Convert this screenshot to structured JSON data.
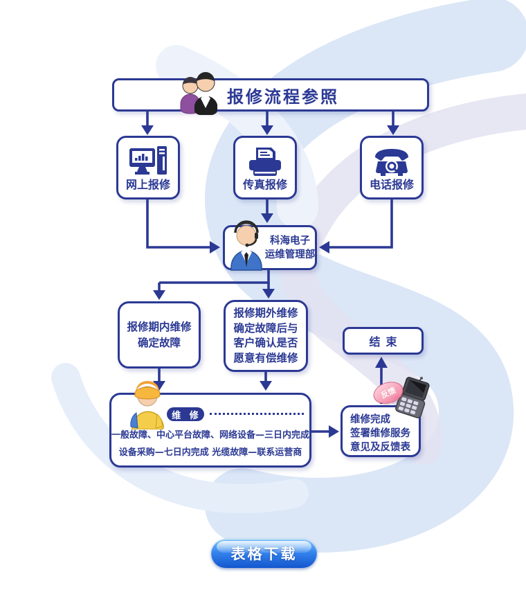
{
  "colors": {
    "line_navy": "#2b3994",
    "button_blue": "#2e7de9",
    "watermark_blue": "#dbe7f6",
    "watermark_lavender": "#e3e2f1",
    "bubble_pink": "#f07b9a"
  },
  "flow": {
    "title": {
      "label": "报修流程参照"
    },
    "channels": [
      {
        "label": "网上报修",
        "icon": "computer-icon"
      },
      {
        "label": "传真报修",
        "icon": "fax-icon"
      },
      {
        "label": "电话报修",
        "icon": "telephone-icon"
      }
    ],
    "dispatch": {
      "lines": [
        "科海电子",
        "运维管理部"
      ]
    },
    "decision_within": {
      "lines": [
        "报修期内维修",
        "确定故障"
      ]
    },
    "decision_outside": {
      "lines": [
        "报修期外维修",
        "确定故障后与",
        "客户确认是否",
        "愿意有偿维修"
      ]
    },
    "end": {
      "label": "结束"
    },
    "repair": {
      "badge": "维 修",
      "lines": [
        "一般故障、中心平台故障、网络设备—三日内完成",
        "设备采购—七日内完成  光缆故障—联系运营商"
      ]
    },
    "feedback": {
      "lines": [
        "维修完成",
        "签署维修服务",
        "意见及反馈表"
      ],
      "bubble": "反馈"
    },
    "download_button": {
      "label": "表格下载"
    }
  }
}
